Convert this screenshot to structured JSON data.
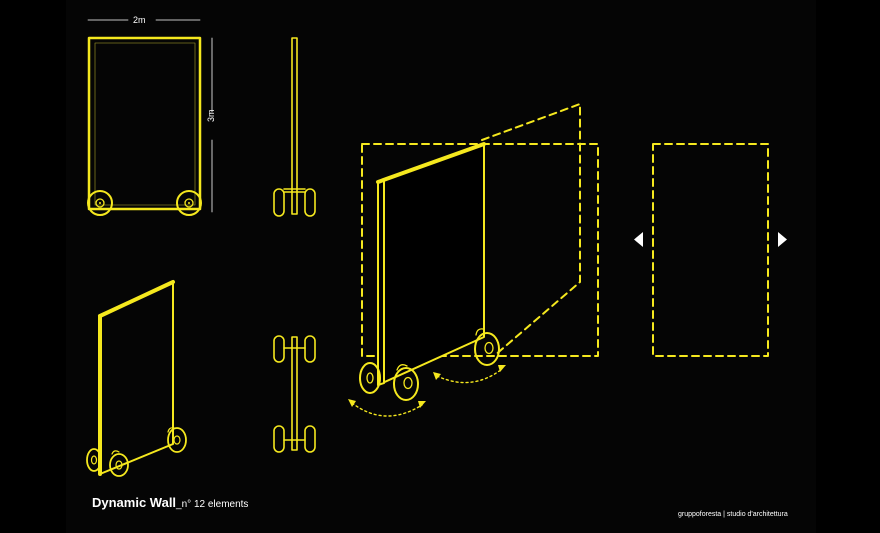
{
  "dimensions": {
    "width_label": "2m",
    "height_label": "3m"
  },
  "caption": {
    "title": "Dynamic Wall",
    "subtitle": "_n° 12 elements"
  },
  "credit": "gruppoforesta | studio d'architettura",
  "colors": {
    "background": "#000000",
    "line": "#f5e81e",
    "text": "#ffffff"
  },
  "icons": {
    "prev": "left-arrow-icon",
    "next": "right-arrow-icon"
  }
}
